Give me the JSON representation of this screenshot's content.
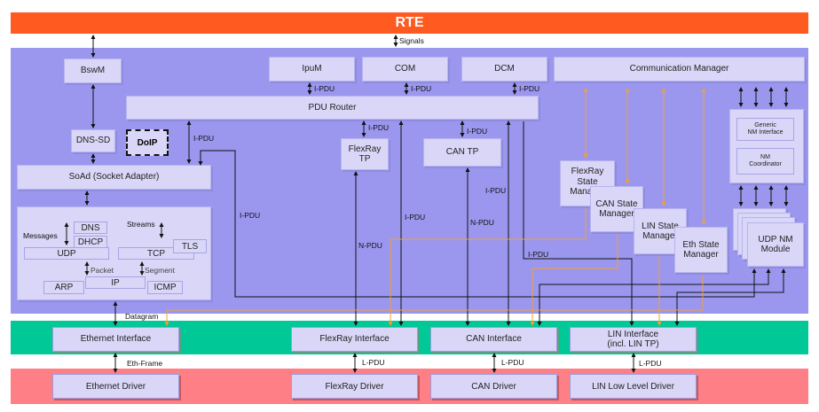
{
  "rte": {
    "title": "RTE",
    "color": "#ff5a1f"
  },
  "colors": {
    "bsw": "#9b97ef",
    "interface": "#00c896",
    "driver": "#ff7f86",
    "box": "#d9d6f7",
    "orange": "#f0a030"
  },
  "labels": {
    "signals": "Signals",
    "ipdu": "I-PDU",
    "npdu": "N-PDU",
    "datagram": "Datagram",
    "eth_frame": "Eth-Frame",
    "lpdu": "L-PDU",
    "packet": "Packet",
    "segment": "Segment",
    "messages": "Messages",
    "streams": "Streams"
  },
  "modules": {
    "bswm": "BswM",
    "ipdum": "IpuM",
    "com": "COM",
    "dcm": "DCM",
    "comm": "Communication Manager",
    "pdur": "PDU Router",
    "dnssd": "DNS-SD",
    "doip": "DoIP",
    "frtp_l1": "FlexRay",
    "frtp_l2": "TP",
    "cantp": "CAN TP",
    "frsm_l1": "FlexRay",
    "frsm_l2": "State",
    "frsm_l3": "Manager",
    "cansm_l1": "CAN State",
    "cansm_l2": "Manager",
    "linsm_l1": "LIN State",
    "linsm_l2": "Manager",
    "ethsm_l1": "Eth State",
    "ethsm_l2": "Manager",
    "gnm_l1": "Generic",
    "gnm_l2": "NM Interface",
    "nmc_l1": "NM",
    "nmc_l2": "Coordinator",
    "udpnm_l1": "UDP NM",
    "udpnm_l2": "Module",
    "soad": "SoAd (Socket Adapter)",
    "dns": "DNS",
    "dhcp": "DHCP",
    "udp": "UDP",
    "tcp": "TCP",
    "tls": "TLS",
    "ip": "IP",
    "arp": "ARP",
    "icmp": "ICMP"
  },
  "interfaces": {
    "eth": "Ethernet Interface",
    "fr": "FlexRay Interface",
    "can": "CAN Interface",
    "lin_l1": "LIN Interface",
    "lin_l2": "(incl. LIN TP)"
  },
  "drivers": {
    "eth": "Ethernet Driver",
    "fr": "FlexRay Driver",
    "can": "CAN Driver",
    "lin": "LIN Low Level Driver"
  }
}
